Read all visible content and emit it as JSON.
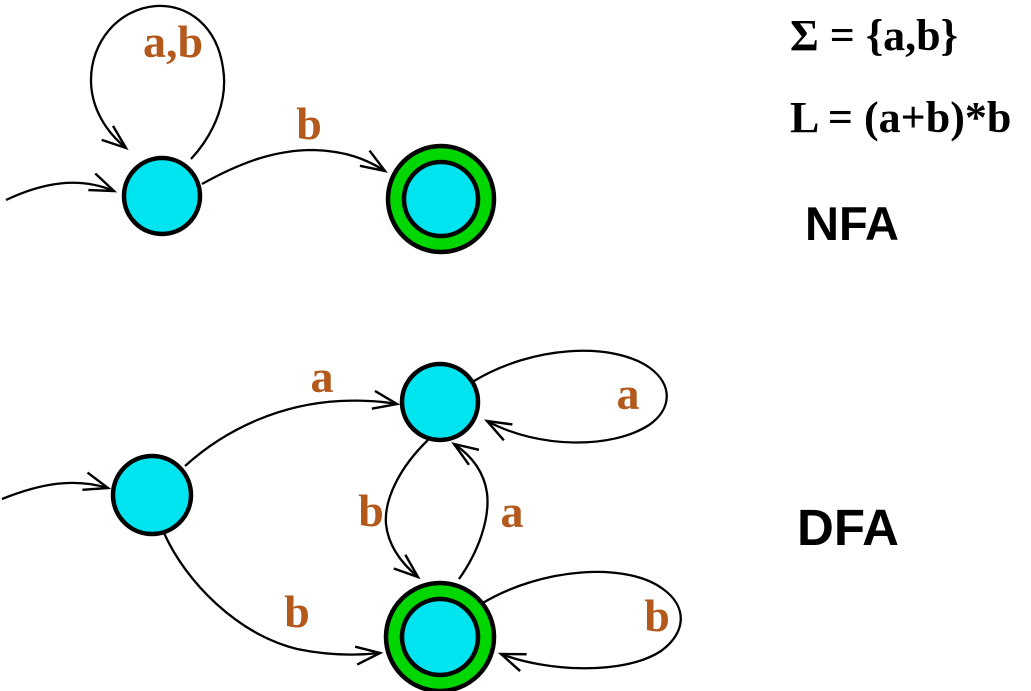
{
  "colors": {
    "state_fill": "#00e4ef",
    "accept_ring_fill": "#00d600",
    "edge_label": "#b2591b",
    "line": "#000000",
    "background": "#ffffff"
  },
  "formulas": {
    "alphabet": "Σ  =  {a,b}",
    "language": "L  =  (a+b)*b"
  },
  "nfa": {
    "caption": "NFA",
    "states": [
      {
        "id": "start",
        "accepting": false
      },
      {
        "id": "accept",
        "accepting": true
      }
    ],
    "edges": [
      {
        "from": "start",
        "to": "start",
        "label": "a,b"
      },
      {
        "from": "start",
        "to": "accept",
        "label": "b"
      }
    ]
  },
  "dfa": {
    "caption": "DFA",
    "states": [
      {
        "id": "start",
        "accepting": false
      },
      {
        "id": "top",
        "accepting": false
      },
      {
        "id": "accept",
        "accepting": true
      }
    ],
    "edges": [
      {
        "from": "start",
        "to": "top",
        "label": "a"
      },
      {
        "from": "start",
        "to": "accept",
        "label": "b"
      },
      {
        "from": "top",
        "to": "accept",
        "label": "b"
      },
      {
        "from": "accept",
        "to": "top",
        "label": "a"
      },
      {
        "from": "top",
        "to": "top",
        "label": "a"
      },
      {
        "from": "accept",
        "to": "accept",
        "label": "b"
      }
    ]
  }
}
